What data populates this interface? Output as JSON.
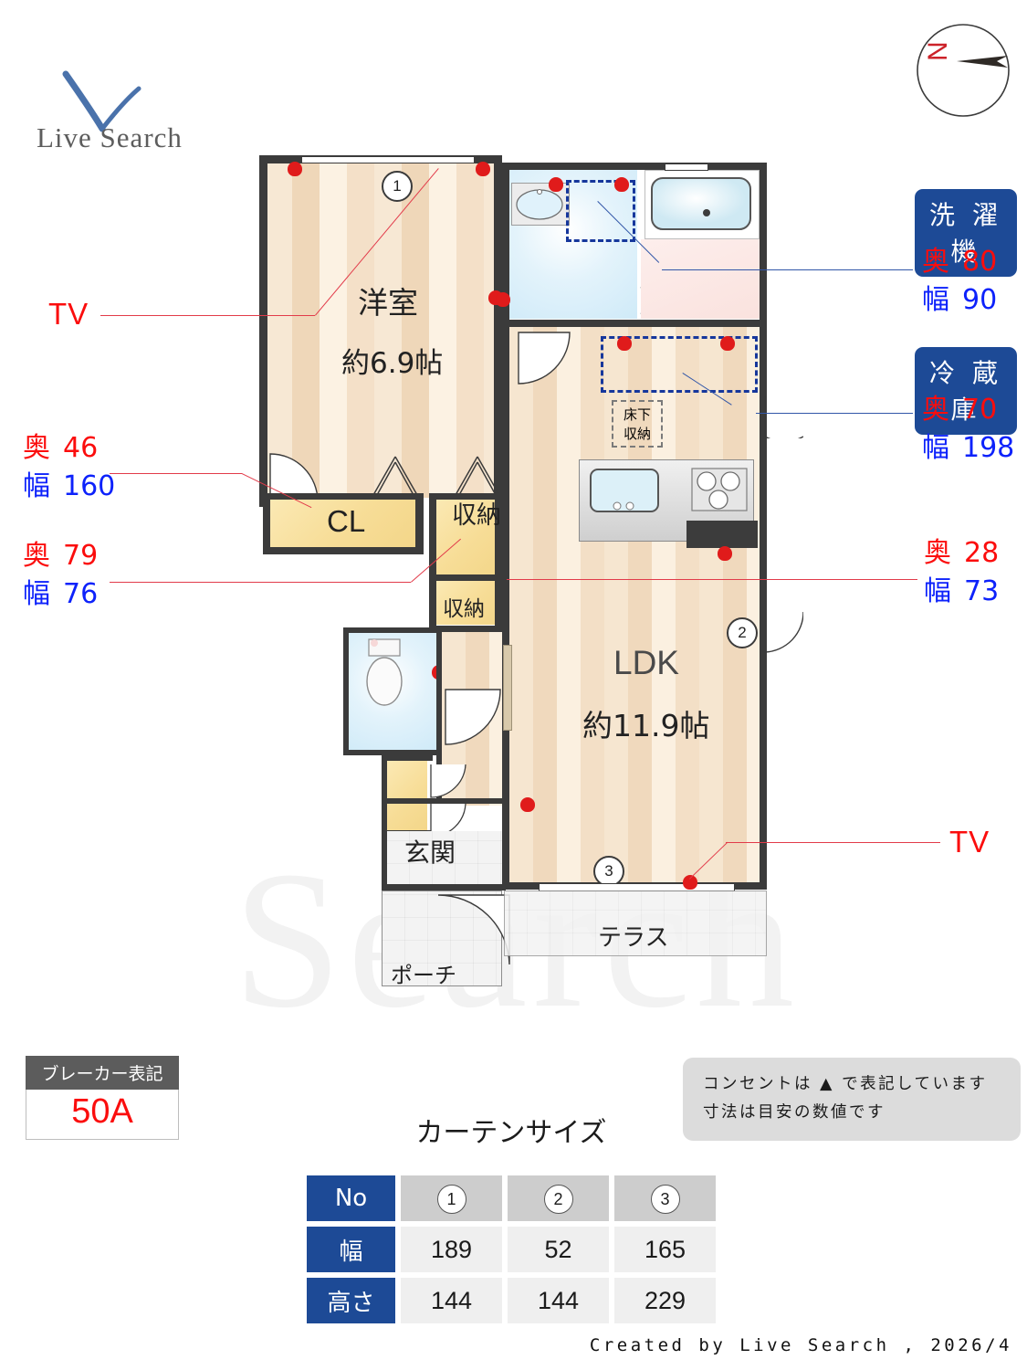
{
  "brand": {
    "name": "Live Search",
    "accent": "#4a72ab"
  },
  "compass": {
    "north_label": "N",
    "north_color": "#cc2229"
  },
  "watermark": "Search",
  "plan": {
    "rooms": [
      {
        "name": "洋室",
        "area": "約6.9帖"
      },
      {
        "name": "LDK",
        "area": "約11.9帖"
      },
      {
        "name": "CL"
      },
      {
        "name": "収納"
      },
      {
        "name": "収納"
      },
      {
        "name": "床下収納"
      },
      {
        "name": "玄関"
      },
      {
        "name": "ポーチ"
      },
      {
        "name": "テラス"
      }
    ],
    "room_western": "洋室",
    "room_western_area": "約6.9帖",
    "room_ldk": "LDK",
    "room_ldk_area": "約11.9帖",
    "closet_cl": "CL",
    "closet_1": "収納",
    "closet_2": "収納",
    "under_floor": "床下\n収納",
    "under_floor_l1": "床下",
    "under_floor_l2": "収納",
    "entrance": "玄関",
    "porch": "ポーチ",
    "terrace": "テラス",
    "window_markers": [
      "1",
      "2",
      "3"
    ]
  },
  "callouts": {
    "tv_top": "TV",
    "tv_bottom": "TV",
    "left_top": {
      "depth_label": "奥",
      "depth": "46",
      "width_label": "幅",
      "width": "160"
    },
    "left_bottom": {
      "depth_label": "奥",
      "depth": "79",
      "width_label": "幅",
      "width": "76"
    },
    "right_mid": {
      "depth_label": "奥",
      "depth": "28",
      "width_label": "幅",
      "width": "73"
    },
    "washer": {
      "title": "洗 濯 機",
      "depth_label": "奥",
      "depth": "80",
      "width_label": "幅",
      "width": "90"
    },
    "fridge": {
      "title": "冷 蔵 庫",
      "depth_label": "奥",
      "depth": "70",
      "width_label": "幅",
      "width": "198"
    }
  },
  "breaker": {
    "title": "ブレーカー表記",
    "value": "50A"
  },
  "note": {
    "line1": "コンセントは ▲ で表記しています",
    "line2": "寸法は目安の数値です"
  },
  "curtain": {
    "title": "カーテンサイズ",
    "row_headers": [
      "No",
      "幅",
      "高さ"
    ],
    "numbers": [
      "1",
      "2",
      "3"
    ],
    "width_values": [
      "189",
      "52",
      "165"
    ],
    "height_values": [
      "144",
      "144",
      "229"
    ]
  },
  "credit": "Created by Live Search , 2026/4",
  "colors": {
    "red": "#fb0d0d",
    "blue": "#0d22fb",
    "tag_blue": "#1d4a96",
    "wall": "#3b3b3b"
  }
}
